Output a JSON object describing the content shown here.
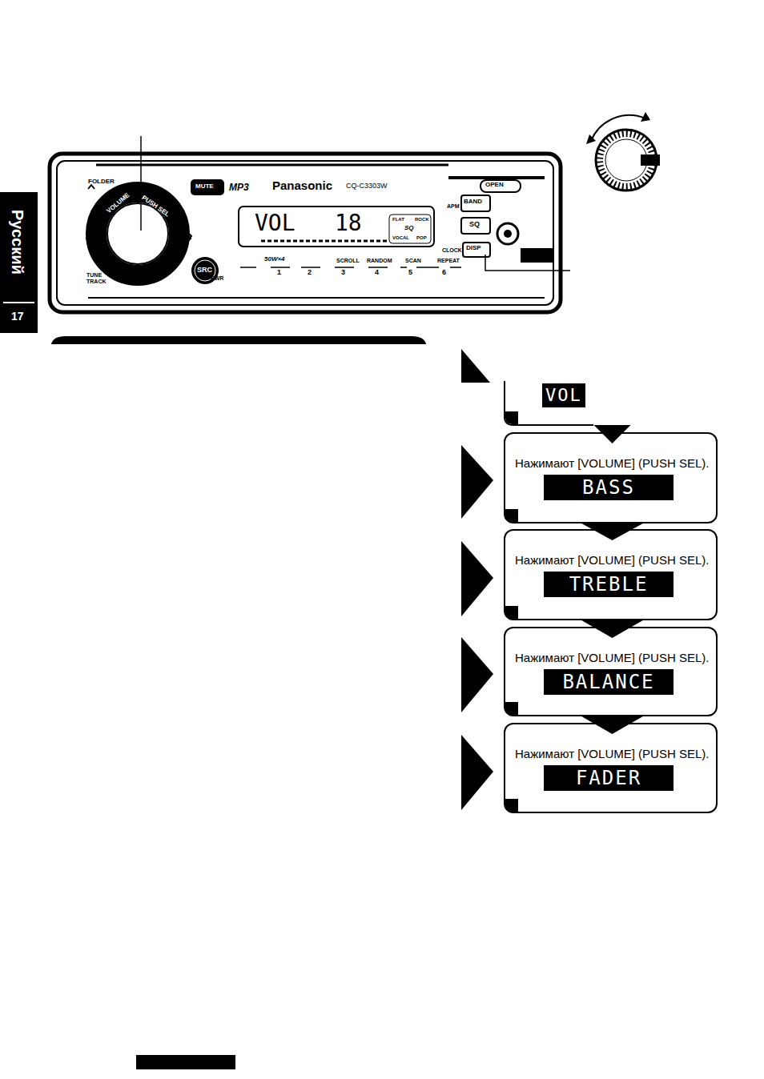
{
  "diagram": {
    "nodes": [
      {
        "text": [
          "VOL"
        ]
      },
      {
        "text": [
          "Нажимают [VOLUME] (PUSH SEL).",
          "BASS"
        ]
      },
      {
        "text": [
          "Нажимают [VOLUME] (PUSH SEL).",
          "TREBLE"
        ]
      },
      {
        "text": [
          "Нажимают [VOLUME] (PUSH SEL).",
          "BALANCE"
        ]
      },
      {
        "text": [
          "Нажимают [VOLUME] (PUSH SEL).",
          "FADER"
        ]
      }
    ],
    "edges": [
      {
        "from": 0,
        "to": 1,
        "arrow": "to"
      },
      {
        "from": 1,
        "to": 2,
        "arrow": "to"
      },
      {
        "from": 2,
        "to": 3,
        "arrow": "to"
      },
      {
        "from": 3,
        "to": 4,
        "arrow": "to"
      }
    ],
    "labels": [
      "Русский",
      "17",
      "FOLDER",
      "VOLUME",
      "PUSH SEL",
      "MUTE",
      "MP3",
      "Panasonic",
      "CQ-C3303W",
      "OPEN",
      "APM",
      "BAND",
      "SQ",
      "DISP",
      "CLOCK",
      "TUNE TRACK",
      "SRC",
      "PWR",
      "VOL",
      "18",
      "FLAT",
      "ROCK",
      "SQ",
      "VOCAL",
      "POP",
      "50W×4",
      "SCROLL",
      "RANDOM",
      "SCAN",
      "REPEAT",
      "1",
      "2",
      "3",
      "4",
      "5",
      "6"
    ]
  }
}
